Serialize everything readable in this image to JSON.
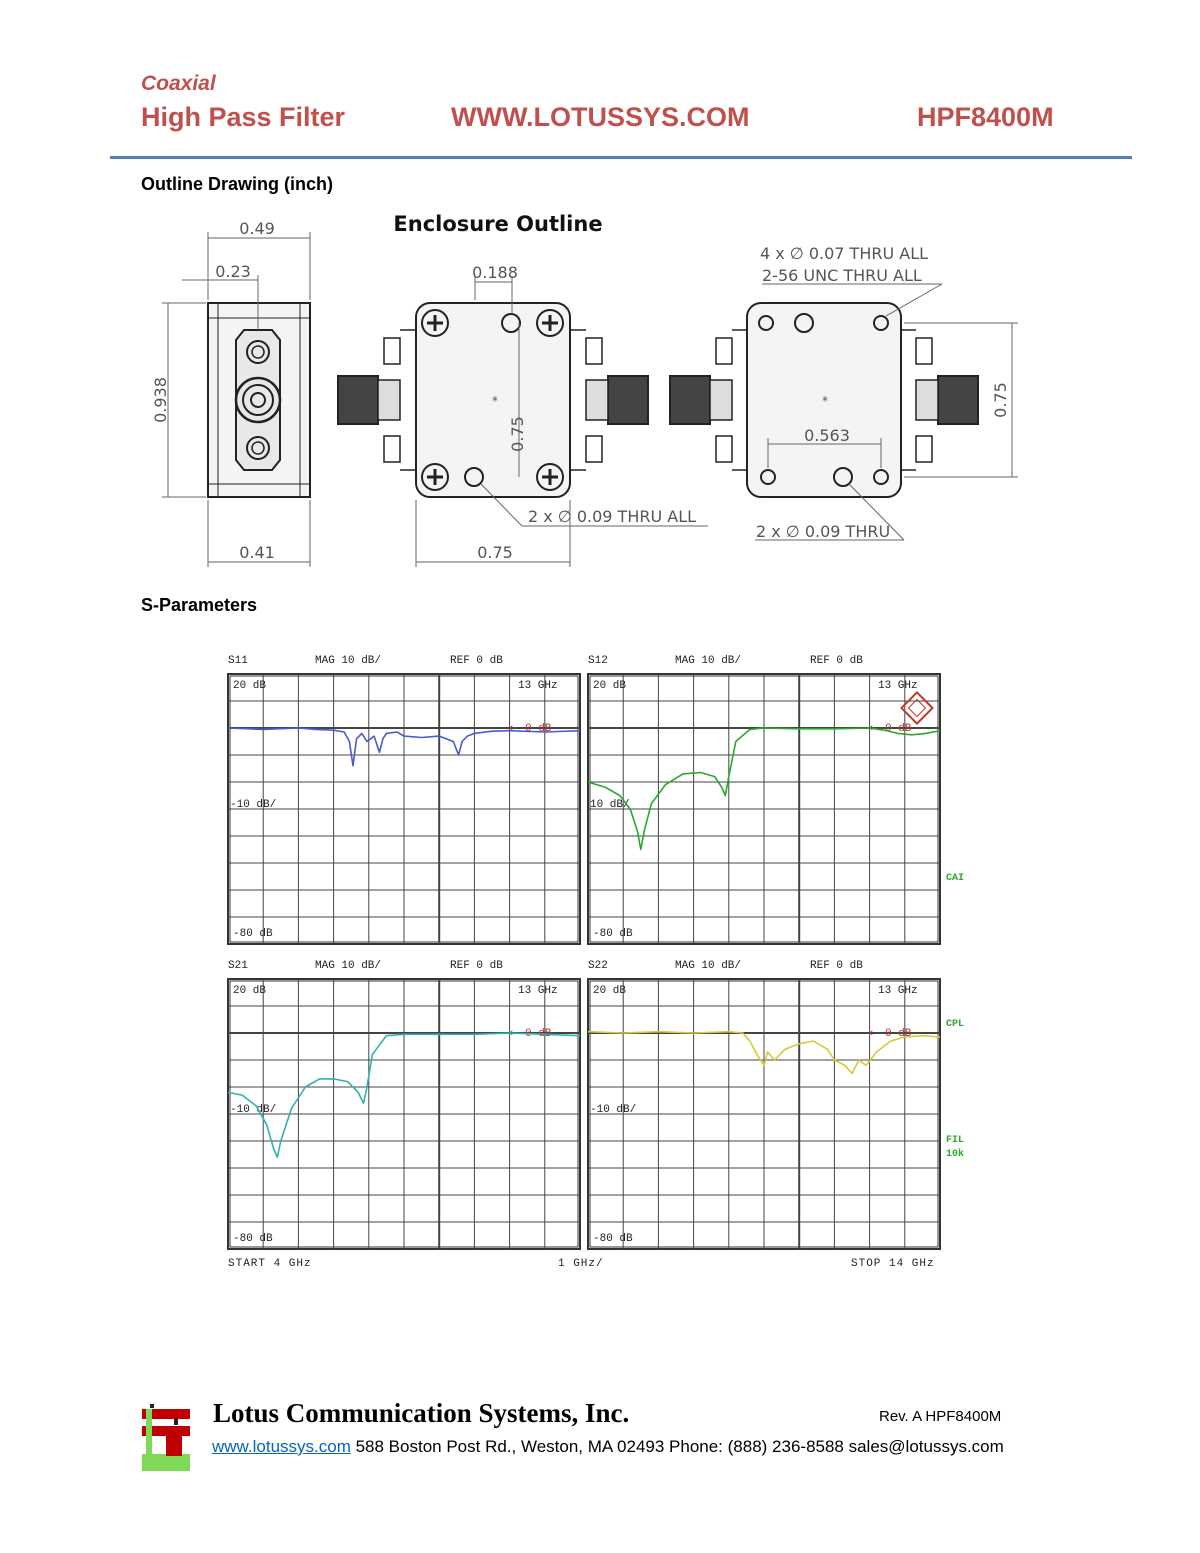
{
  "header": {
    "category": "Coaxial",
    "product_type": "High Pass Filter",
    "website": "WWW.LOTUSSYS.COM",
    "part_number": "HPF8400M"
  },
  "sections": {
    "outline_title": "Outline Drawing (inch)",
    "sparams_title": "S-Parameters"
  },
  "drawing": {
    "title": "Enclosure Outline",
    "dims": {
      "d049": "0.49",
      "d023": "0.23",
      "d0938": "0.938",
      "d041": "0.41",
      "d0188": "0.188",
      "d075_mid": "0.75",
      "d075_bottom": "0.75",
      "holes_front": "2 x ∅ 0.09 THRU ALL",
      "holes_top_1": "4 x ∅ 0.07 THRU ALL",
      "holes_top_2": "2-56 UNC  THRU ALL",
      "d0563": "0.563",
      "holes_back": "2 x ∅ 0.09 THRU",
      "d075_right": "0.75"
    }
  },
  "chart_data": [
    {
      "type": "line",
      "name": "S11",
      "header": {
        "param": "S11",
        "scale": "MAG 10 dB/",
        "ref": "REF 0 dB"
      },
      "top_label": "20 dB",
      "freq_marker": "13 GHz",
      "ref_marker": "0 dB",
      "mid_label": "-10 dB/",
      "bottom_label": "-80 dB",
      "x_range": [
        4,
        14
      ],
      "y_range": [
        -80,
        20
      ],
      "color": "#4a5bd0",
      "x": [
        4.0,
        5.0,
        6.0,
        6.5,
        7.0,
        7.3,
        7.45,
        7.55,
        7.65,
        7.8,
        7.95,
        8.15,
        8.3,
        8.4,
        8.5,
        8.8,
        9.0,
        9.5,
        10.0,
        10.4,
        10.55,
        10.65,
        10.8,
        11.0,
        11.5,
        12.0,
        13.0,
        14.0
      ],
      "y": [
        0,
        -0.5,
        0,
        -0.5,
        -0.8,
        -1.5,
        -5,
        -14,
        -4,
        -2,
        -5,
        -3,
        -9,
        -4,
        -2,
        -1.5,
        -3,
        -3.5,
        -3,
        -5,
        -10,
        -5,
        -3,
        -2,
        -1.2,
        -1,
        -1.5,
        -1
      ]
    },
    {
      "type": "line",
      "name": "S12",
      "header": {
        "param": "S12",
        "scale": "MAG 10 dB/",
        "ref": "REF 0 dB"
      },
      "top_label": "20 dB",
      "freq_marker": "13 GHz",
      "ref_marker": "0 dB",
      "mid_label": "10 dB/",
      "bottom_label": "-80 dB",
      "x_range": [
        4,
        14
      ],
      "y_range": [
        -80,
        20
      ],
      "color": "#2aa82a",
      "x": [
        4.0,
        4.5,
        4.9,
        5.2,
        5.4,
        5.5,
        5.6,
        5.8,
        6.2,
        6.7,
        7.2,
        7.6,
        7.8,
        7.9,
        8.0,
        8.2,
        8.6,
        9.0,
        10.0,
        11.0,
        12.0,
        12.5,
        12.8,
        13.2,
        13.6,
        14.0
      ],
      "y": [
        -20,
        -22,
        -25,
        -30,
        -38,
        -45,
        -38,
        -28,
        -21,
        -17,
        -16.5,
        -18,
        -22,
        -25,
        -18,
        -5,
        -0.5,
        0,
        -0.3,
        -0.3,
        0,
        -1,
        -2,
        -2.5,
        -2,
        -1
      ]
    },
    {
      "type": "line",
      "name": "S21",
      "header": {
        "param": "S21",
        "scale": "MAG 10 dB/",
        "ref": "REF 0 dB"
      },
      "top_label": "20 dB",
      "freq_marker": "13 GHz",
      "ref_marker": "0 dB",
      "mid_label": "-10 dB/",
      "bottom_label": "-80 dB",
      "x_range": [
        4,
        14
      ],
      "y_range": [
        -80,
        20
      ],
      "color": "#2fb3b0",
      "x": [
        4.0,
        4.4,
        4.8,
        5.1,
        5.3,
        5.4,
        5.5,
        5.8,
        6.2,
        6.6,
        7.0,
        7.4,
        7.7,
        7.85,
        7.95,
        8.1,
        8.5,
        9.0,
        10.0,
        11.0,
        12.0,
        13.0,
        14.0
      ],
      "y": [
        -22,
        -23,
        -27,
        -34,
        -43,
        -46,
        -40,
        -28,
        -20,
        -17,
        -17,
        -18,
        -22,
        -26,
        -20,
        -8,
        -1,
        -0.5,
        -0.5,
        -0.5,
        0,
        -0.5,
        -1
      ]
    },
    {
      "type": "line",
      "name": "S22",
      "header": {
        "param": "S22",
        "scale": "MAG 10 dB/",
        "ref": "REF 0 dB"
      },
      "top_label": "20 dB",
      "freq_marker": "13 GHz",
      "ref_marker": "0 dB",
      "mid_label": "-10 dB/",
      "bottom_label": "-80 dB",
      "x_range": [
        4,
        14
      ],
      "y_range": [
        -80,
        20
      ],
      "color": "#d8c83a",
      "x": [
        4.0,
        5.0,
        6.0,
        7.0,
        8.0,
        8.4,
        8.6,
        8.8,
        9.0,
        9.1,
        9.3,
        9.6,
        10.0,
        10.4,
        10.8,
        11.0,
        11.3,
        11.5,
        11.7,
        11.9,
        12.2,
        12.6,
        13.0,
        13.5,
        14.0
      ],
      "y": [
        0.5,
        0,
        0.5,
        0,
        0.5,
        0,
        -3,
        -8,
        -12,
        -7,
        -10,
        -6,
        -4,
        -3,
        -6,
        -10,
        -12,
        -15,
        -10,
        -12,
        -7,
        -3,
        -1.5,
        -1,
        -1.5
      ]
    }
  ],
  "chart_footer": {
    "start": "START  4 GHz",
    "per_div": "1 GHz/",
    "stop": "STOP 14 GHz",
    "side_cai": "CAI",
    "side_cpl": "CPL",
    "side_fil": "FIL",
    "side_10k": "10k"
  },
  "footer": {
    "company": "Lotus Communication Systems, Inc.",
    "revision": "Rev. A   HPF8400M",
    "url": "www.lotussys.com",
    "contact": " 588 Boston Post Rd., Weston, MA 02493 Phone: (888) 236-8588 sales@lotussys.com"
  }
}
